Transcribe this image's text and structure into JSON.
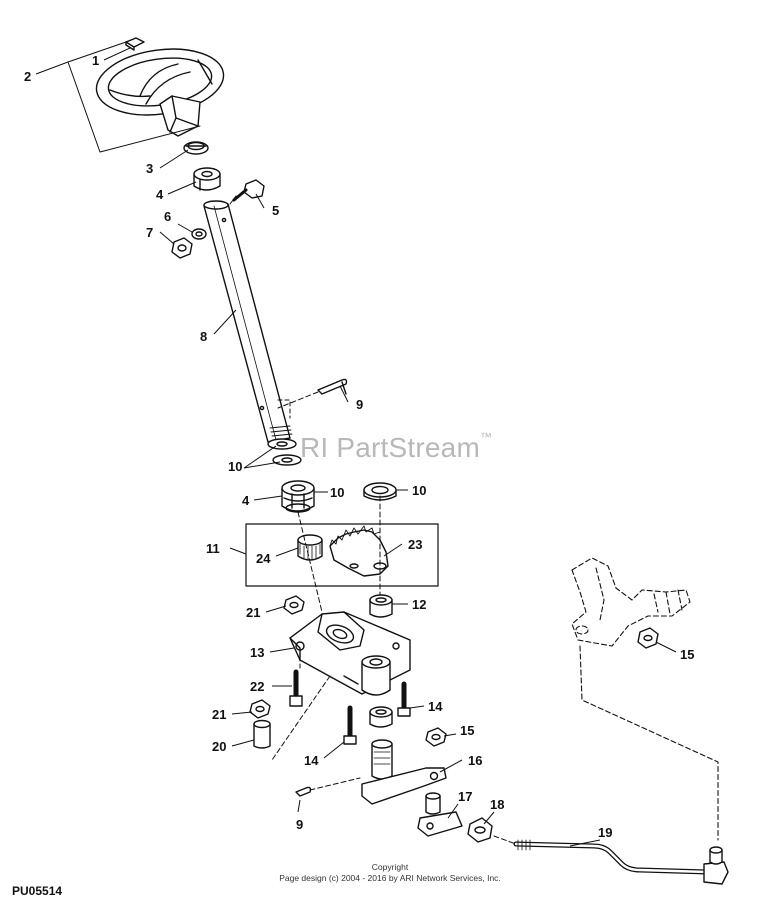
{
  "watermark": {
    "text": "RI PartStream",
    "mark": "™"
  },
  "copyright": {
    "line1": "Copyright",
    "line2": "Page design (c) 2004 - 2016 by ARI Network Services, Inc."
  },
  "diagram_id": "PU05514",
  "callouts": {
    "c1": "1",
    "c2": "2",
    "c3": "3",
    "c4a": "4",
    "c5": "5",
    "c6": "6",
    "c7": "7",
    "c8": "8",
    "c9a": "9",
    "c10a": "10",
    "c4b": "4",
    "c10b": "10",
    "c10c": "10",
    "c11": "11",
    "c24": "24",
    "c23": "23",
    "c21a": "21",
    "c12": "12",
    "c13": "13",
    "c22": "22",
    "c14a": "14",
    "c21b": "21",
    "c20": "20",
    "c14b": "14",
    "c15a": "15",
    "c16": "16",
    "c9b": "9",
    "c17": "17",
    "c18": "18",
    "c19": "19",
    "c15b": "15"
  }
}
